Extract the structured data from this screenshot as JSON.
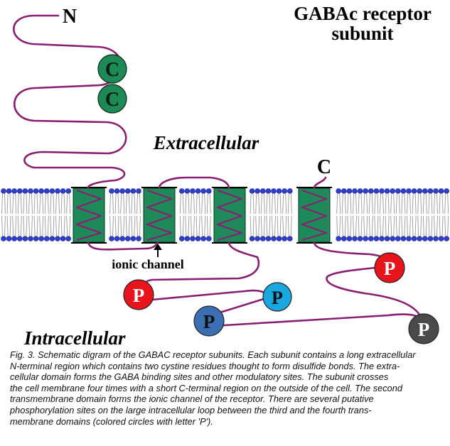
{
  "title": {
    "line1": "GABAc receptor",
    "line2": "subunit"
  },
  "labels": {
    "n_terminus": "N",
    "c_terminus": "C",
    "extracellular": "Extracellular",
    "intracellular": "Intracellular",
    "ionic_channel": "ionic channel"
  },
  "cystines": [
    {
      "letter": "C"
    },
    {
      "letter": "C"
    }
  ],
  "phosphorylation_sites": [
    {
      "letter": "P",
      "color": "#e8141c"
    },
    {
      "letter": "P",
      "color": "#19a7e0"
    },
    {
      "letter": "P",
      "color": "#3b6fb3"
    },
    {
      "letter": "P",
      "color": "#e8141c"
    },
    {
      "letter": "P",
      "color": "#4a4a4a"
    }
  ],
  "colors": {
    "chain": "#8a1f72",
    "helix_fill": "#1e8a5a",
    "cystine": "#1d8a55",
    "lipid_head": "#2f3ec8",
    "lipid_tail": "#9a9a9a"
  },
  "caption": {
    "lines": [
      "Fig. 3. Schematic digram of the GABAC receptor subunits. Each subunit contains a long extracellular",
      " N-terminal region which contains two cystine residues thought to form disulfide bonds. The extra-",
      "cellular domain forms the GABA binding sites and other modulatory sites. The subunit crosses",
      "the cell membrane four times with a short C-terminal region on the outside of the cell. The second",
      "transmembrane domain forms the ionic channel of the receptor. There are several putative",
      "phosphorylation sites on the large intracellular loop between the third and the fourth trans-",
      "membrane domains (colored circles with letter 'P')."
    ]
  }
}
